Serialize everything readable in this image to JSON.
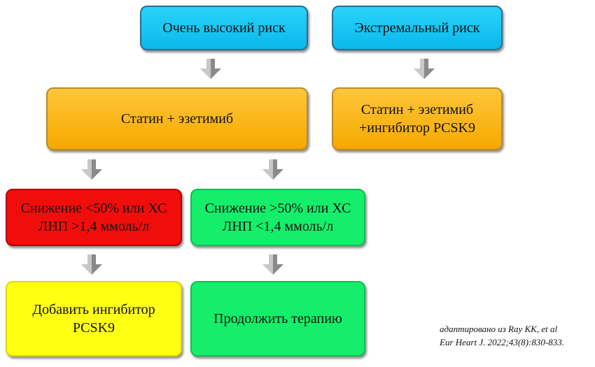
{
  "boxes": {
    "very_high_risk": "Очень высокий риск",
    "extreme_risk": "Экстремальный риск",
    "statin_ezetimibe": "Статин + эзетимиб",
    "statin_ezetimibe_pcsk9": "Статин + эзетимиб +ингибитор PCSK9",
    "reduction_less_50": "Снижение <50% или ХС ЛНП >1,4 ммоль/л",
    "reduction_more_50": "Снижение >50% или ХС ЛНП <1,4 ммоль/л",
    "add_pcsk9": "Добавить ингибитор PCSK9",
    "continue_therapy": "Продолжить терапию"
  },
  "citation": {
    "line1": "адаптировано из Ray KK, et al",
    "line2": "Eur Heart J. 2022;43(8):830-833."
  },
  "colors": {
    "blue": "#0ab8ea",
    "orange": "#f5a900",
    "red": "#f20d0d",
    "green": "#15ee6a",
    "yellow": "#ffff14"
  }
}
